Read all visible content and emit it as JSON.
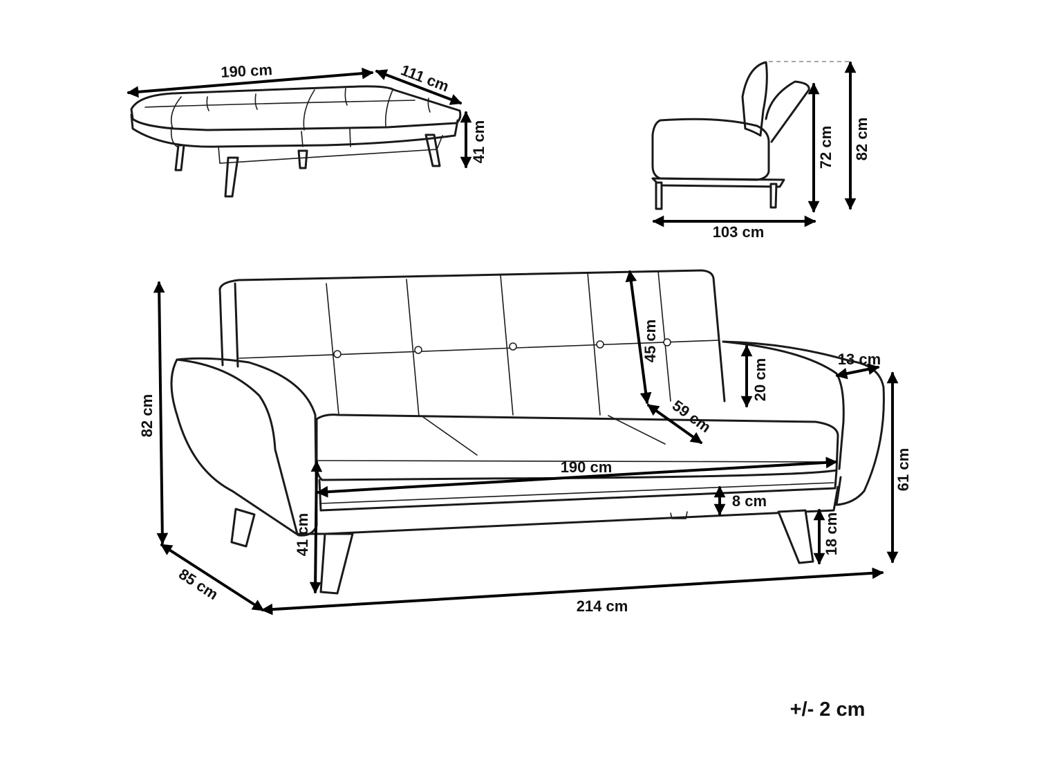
{
  "diagram": {
    "bed_view": {
      "length_label": "190 cm",
      "width_label": "111 cm",
      "height_label": "41 cm"
    },
    "side_view": {
      "depth_label": "103 cm",
      "recline_height_label": "72 cm",
      "total_height_label": "82 cm"
    },
    "front_view": {
      "total_height_label": "82 cm",
      "depth_label": "85 cm",
      "total_width_label": "214 cm",
      "seat_width_label": "190 cm",
      "seat_height_label": "41 cm",
      "backrest_height_label": "45 cm",
      "seat_depth_label": "59 cm",
      "armrest_above_seat_label": "20 cm",
      "armrest_width_label": "13 cm",
      "armrest_height_label": "61 cm",
      "seat_thickness_label": "8 cm",
      "leg_height_label": "18 cm"
    },
    "tolerance_label": "+/- 2 cm"
  }
}
